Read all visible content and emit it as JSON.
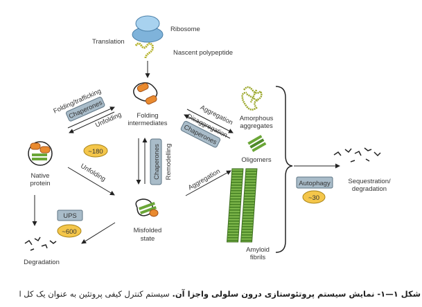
{
  "diagram": {
    "ribosome": "Ribosome",
    "translation": "Translation",
    "nascent": "Nascent polypeptide",
    "folding_intermediates": [
      "Folding",
      "intermediates"
    ],
    "native_protein": [
      "Native",
      "protein"
    ],
    "misfolded_state": [
      "Misfolded",
      "state"
    ],
    "folding_trafficking": "Folding/trafficking",
    "chaperones": "Chaperones",
    "unfolding": "Unfolding",
    "count_180": "~180",
    "count_600": "~600",
    "count_30": "~30",
    "ups": "UPS",
    "remodelling": "Remodelling",
    "aggregation": "Aggregation",
    "disaggregation": "Disaggregation",
    "amorphous": [
      "Amorphous",
      "aggregates"
    ],
    "oligomers": "Oligomers",
    "amyloid": [
      "Amyloid",
      "fibrils"
    ],
    "autophagy": "Autophagy",
    "sequestration": [
      "Sequestration/",
      "degradation"
    ],
    "degradation": "Degradation"
  },
  "caption": {
    "bold": "شکل ۱—۱- نمایش سیستم پروتئوستازی درون سلولی واجزا آن.",
    "normal": " سیستم کنترل کیفی پروتئین  به عنوان یک کل ا"
  },
  "colors": {
    "box": "#a9bcc9",
    "ellipse": "#f4c64a",
    "orange": "#e98a2f",
    "green": "#6aa637",
    "ribosome": "#8fc1e3"
  }
}
